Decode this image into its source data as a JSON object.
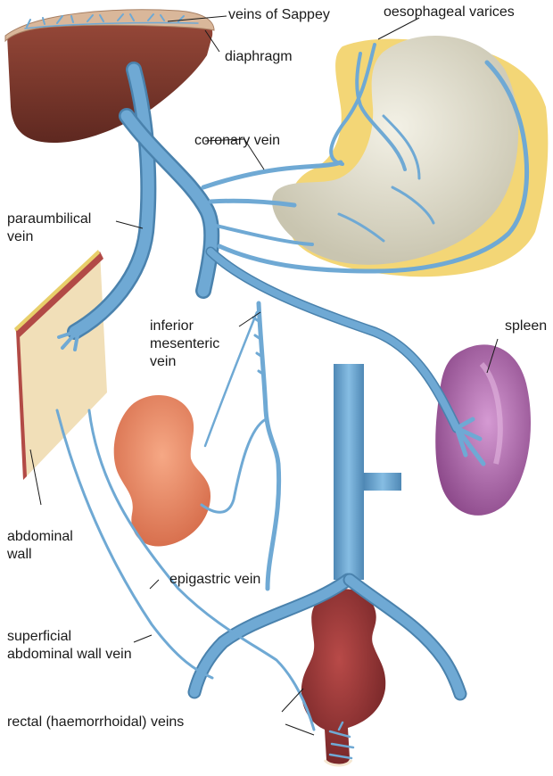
{
  "labels": {
    "veins_of_sappey": "veins of Sappey",
    "diaphragm": "diaphragm",
    "oesophageal_varices": "oesophageal varices",
    "coronary_vein": "coronary vein",
    "paraumbilical_vein_line1": "paraumbilical",
    "paraumbilical_vein_line2": "vein",
    "inferior_mesenteric_line1": "inferior",
    "inferior_mesenteric_line2": "mesenteric",
    "inferior_mesenteric_line3": "vein",
    "spleen": "spleen",
    "abdominal_wall_line1": "abdominal",
    "abdominal_wall_line2": "wall",
    "epigastric_vein": "epigastric vein",
    "superficial_line1": "superficial",
    "superficial_line2": "abdominal wall vein",
    "rectal_veins": "rectal (haemorrhoidal) veins"
  },
  "colors": {
    "vein": "#6fa9d4",
    "liver": "#7a3a2c",
    "stomach": "#dcd9c8",
    "fat": "#f2d26a",
    "spleen": "#b56fb3",
    "colon": "#ee8a68",
    "rectum": "#9c3434",
    "abdominal_wall": "#f1dfb8"
  }
}
